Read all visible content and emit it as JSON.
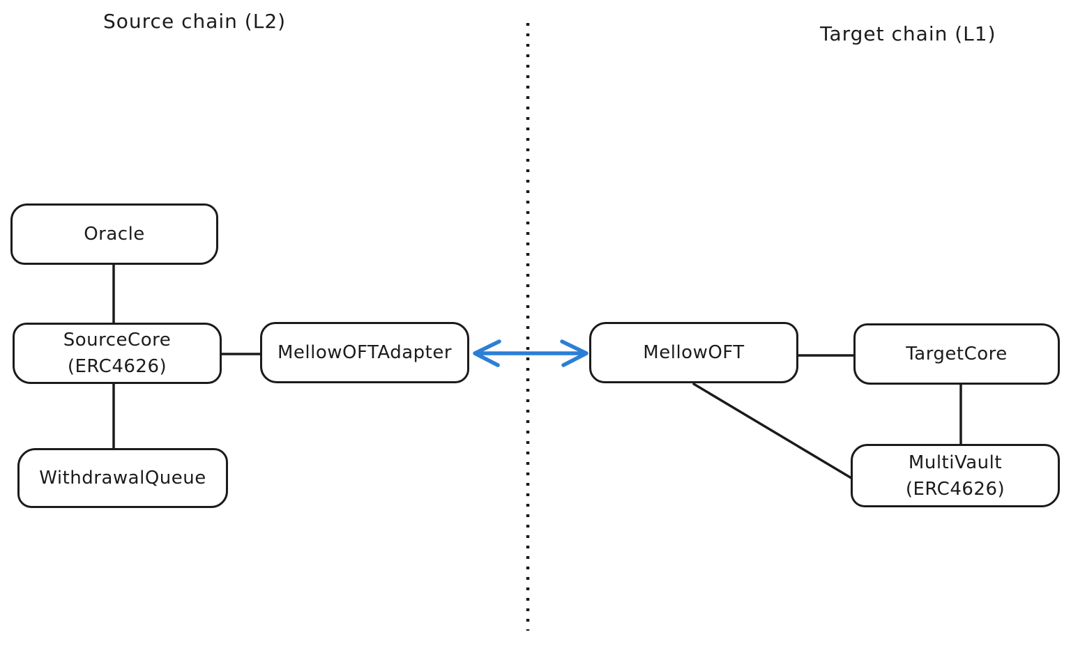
{
  "diagram": {
    "left_title": "Source chain (L2)",
    "right_title": "Target chain (L1)",
    "nodes": {
      "oracle": {
        "label": "Oracle"
      },
      "source_core": {
        "label": "SourceCore",
        "sublabel": "(ERC4626)"
      },
      "withdrawal_queue": {
        "label": "WithdrawalQueue"
      },
      "mellow_oft_adapter": {
        "label": "MellowOFTAdapter"
      },
      "mellow_oft": {
        "label": "MellowOFT"
      },
      "target_core": {
        "label": "TargetCore"
      },
      "multi_vault": {
        "label": "MultiVault",
        "sublabel": "(ERC4626)"
      }
    },
    "colors": {
      "stroke": "#1b1b1b",
      "bridge_arrow": "#2b7fd5",
      "background": "#ffffff"
    }
  }
}
